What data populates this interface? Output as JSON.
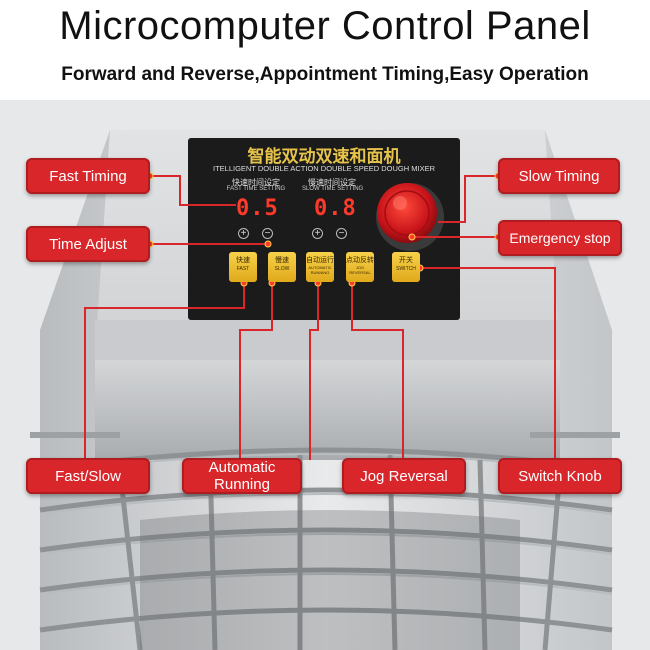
{
  "header": {
    "title": "Microcomputer Control Panel",
    "subtitle": "Forward and Reverse,Appointment Timing,Easy Operation"
  },
  "panel": {
    "title_cn": "智能双动双速和面机",
    "title_en": "ITELLIGENT DOUBLE ACTION DOUBLE SPEED DOUGH MIXER",
    "fast_cn": "快速时间设定",
    "fast_en": "FAST TIME SETTING",
    "slow_cn": "慢速时间设定",
    "slow_en": "SLOW TIME SETTING",
    "fast_display": "0.5",
    "slow_display": "0.8",
    "plus": "+",
    "minus": "−",
    "keys": [
      {
        "cn": "快速",
        "en": "FAST"
      },
      {
        "cn": "慢速",
        "en": "SLOW"
      },
      {
        "cn": "自动运行",
        "en": "AUTOMATIC RUNNING"
      },
      {
        "cn": "点动反转",
        "en": "JOG REVERSAL"
      },
      {
        "cn": "开关",
        "en": "SWITCH"
      }
    ]
  },
  "callouts": {
    "fast_timing": "Fast Timing",
    "time_adjust": "Time Adjust",
    "slow_timing": "Slow Timing",
    "emergency_stop": "Emergency stop",
    "fast_slow": "Fast/Slow",
    "automatic_running": "Automatic Running",
    "jog_reversal": "Jog Reversal",
    "switch_knob": "Switch Knob"
  },
  "colors": {
    "callout": "#d9262a",
    "panel": "#1b1b1b",
    "key": "#f2c232",
    "led": "#ff3a2a",
    "leader": "#d9262a"
  }
}
